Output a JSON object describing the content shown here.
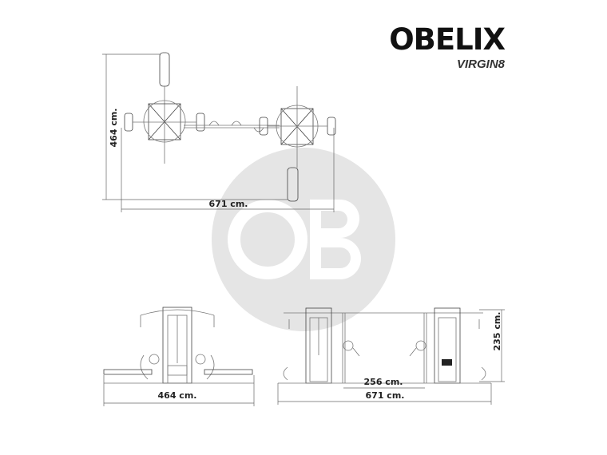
{
  "brand": {
    "name": "OBELIX",
    "model": "VIRGIN8",
    "watermark": "OB"
  },
  "top_view": {
    "depth_label": "464 cm.",
    "width_label": "671 cm."
  },
  "front_view": {
    "width_label": "464 cm."
  },
  "side_view": {
    "inner_width_label": "256 cm.",
    "width_label": "671 cm.",
    "height_label": "235 cm."
  },
  "colors": {
    "watermark": "#e5e5e5",
    "text": "#111111",
    "lines": "#777777"
  }
}
